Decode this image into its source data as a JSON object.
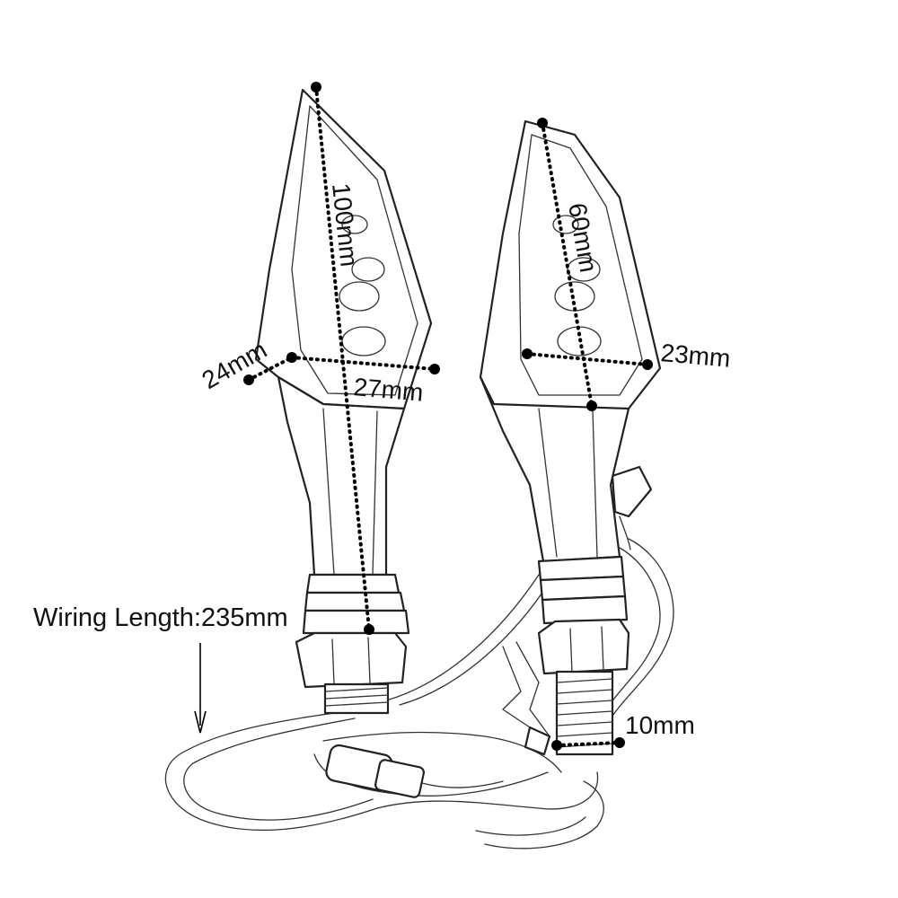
{
  "dimensions": {
    "left_length": "100mm",
    "left_side_width": "24mm",
    "left_width": "27mm",
    "right_length": "60mm",
    "right_width": "23mm",
    "bolt_diameter": "10mm",
    "wiring_length": "Wiring Length:235mm"
  },
  "colors": {
    "ink": "#000000",
    "line": "#222222",
    "background": "#ffffff"
  },
  "icons": {
    "arrow": "arrow-down-icon"
  }
}
